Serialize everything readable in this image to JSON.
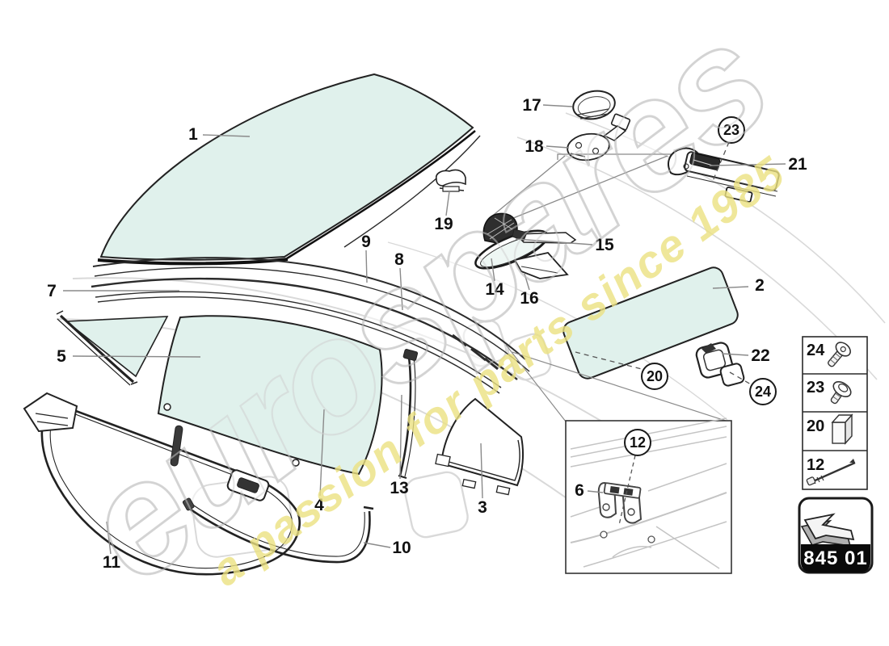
{
  "diagram": {
    "watermark": {
      "brand": "eurospares",
      "tagline": "a passion for parts since 1985"
    },
    "callouts": {
      "n1": "1",
      "n2": "2",
      "n3": "3",
      "n4": "4",
      "n5": "5",
      "n6": "6",
      "n7": "7",
      "n8": "8",
      "n9": "9",
      "n10": "10",
      "n11": "11",
      "n12": "12",
      "n13": "13",
      "n14": "14",
      "n15": "15",
      "n16": "16",
      "n17": "17",
      "n18": "18",
      "n19": "19",
      "n20": "20",
      "n21": "21",
      "n22": "22",
      "n23": "23",
      "n24": "24"
    },
    "colors": {
      "glass_tint": "#e0f1ec",
      "line": "#1f1f1f",
      "leader": "#8a8a8a",
      "watermark_gray": "#d8d8d8",
      "watermark_yellow": "#ece282"
    }
  },
  "sidebar": {
    "items": [
      {
        "ref": "24",
        "icon": "torx-screw"
      },
      {
        "ref": "23",
        "icon": "washer-screw"
      },
      {
        "ref": "20",
        "icon": "spacer-block"
      },
      {
        "ref": "12",
        "icon": "threaded-rod"
      }
    ]
  },
  "nav_box": {
    "code": "845 01"
  }
}
